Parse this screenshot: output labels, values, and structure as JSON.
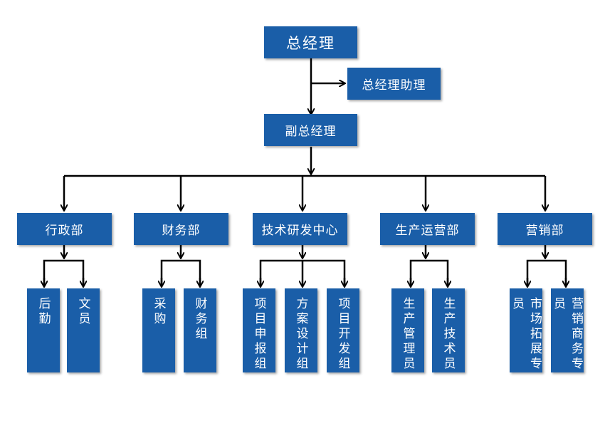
{
  "accent_color": "#1a5ea8",
  "line_color": "#000000",
  "top": {
    "gm": "总经理",
    "assistant": "总经理助理",
    "deputy": "副总经理"
  },
  "departments": [
    {
      "name": "行政部",
      "units": [
        "后勤",
        "文员"
      ]
    },
    {
      "name": "财务部",
      "units": [
        "采购",
        "财务组"
      ]
    },
    {
      "name": "技术研发中心",
      "units": [
        "项目申报组",
        "方案设计组",
        "项目开发组"
      ]
    },
    {
      "name": "生产运营部",
      "units": [
        "生产管理员",
        "生产技术员"
      ]
    },
    {
      "name": "营销部",
      "units": [
        "市场拓展专员",
        "营销商务专员"
      ]
    }
  ]
}
